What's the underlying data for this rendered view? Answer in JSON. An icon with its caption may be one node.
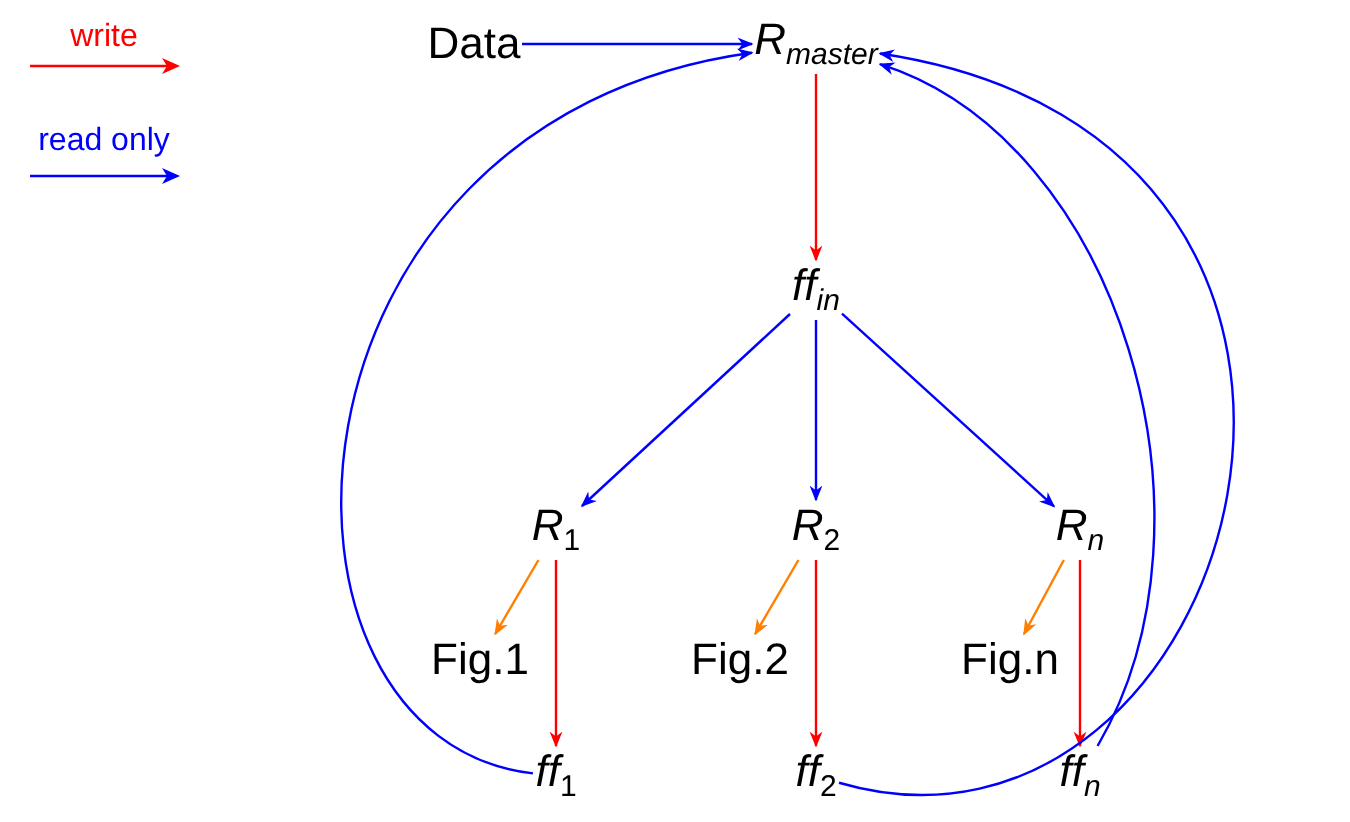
{
  "diagram": {
    "nodes": [
      {
        "text": [
          "Data"
        ]
      },
      {
        "text": [
          "R$_{master}$"
        ]
      },
      {
        "text": [
          "ff$_{in}$"
        ]
      },
      {
        "text": [
          "*R*$_{1}$"
        ]
      },
      {
        "text": [
          "*R*$_{2}$"
        ]
      },
      {
        "text": [
          "R$_{n}$"
        ]
      },
      {
        "text": [
          "Fig.1"
        ]
      },
      {
        "text": [
          "Fig.2"
        ]
      },
      {
        "text": [
          "Fig.n"
        ]
      },
      {
        "text": [
          "*ff*$_{1}$"
        ]
      },
      {
        "text": [
          "*ff*$_{2}$"
        ]
      },
      {
        "text": [
          "ff$_{n}$"
        ]
      }
    ],
    "edges": [
      {
        "from": 0,
        "to": 1,
        "arrow": "to"
      },
      {
        "from": 1,
        "to": 2,
        "arrow": "to",
        "color": "#ff0000"
      },
      {
        "from": 2,
        "to": 3,
        "arrow": "to"
      },
      {
        "from": 2,
        "to": 4,
        "arrow": "to"
      },
      {
        "from": 2,
        "to": 5,
        "arrow": "to"
      },
      {
        "from": 3,
        "to": 6,
        "arrow": "to",
        "color": "#ff8000"
      },
      {
        "from": 3,
        "to": 9,
        "arrow": "to",
        "color": "#ff0000"
      },
      {
        "from": 4,
        "to": 7,
        "arrow": "to",
        "color": "#ff8000"
      },
      {
        "from": 4,
        "to": 10,
        "arrow": "to",
        "color": "#ff0000"
      },
      {
        "from": 5,
        "to": 8,
        "arrow": "to",
        "color": "#ff8000"
      },
      {
        "from": 5,
        "to": 11,
        "arrow": "to",
        "color": "#ff0000"
      },
      {
        "from": 9,
        "to": 1,
        "arrow": "to"
      },
      {
        "from": 10,
        "to": 1,
        "arrow": "to"
      },
      {
        "from": 11,
        "to": 1,
        "arrow": "to"
      }
    ],
    "legend": [
      {
        "text": "write",
        "color": "#ff0000"
      },
      {
        "text": "read only",
        "color": "#0000ff"
      }
    ]
  }
}
